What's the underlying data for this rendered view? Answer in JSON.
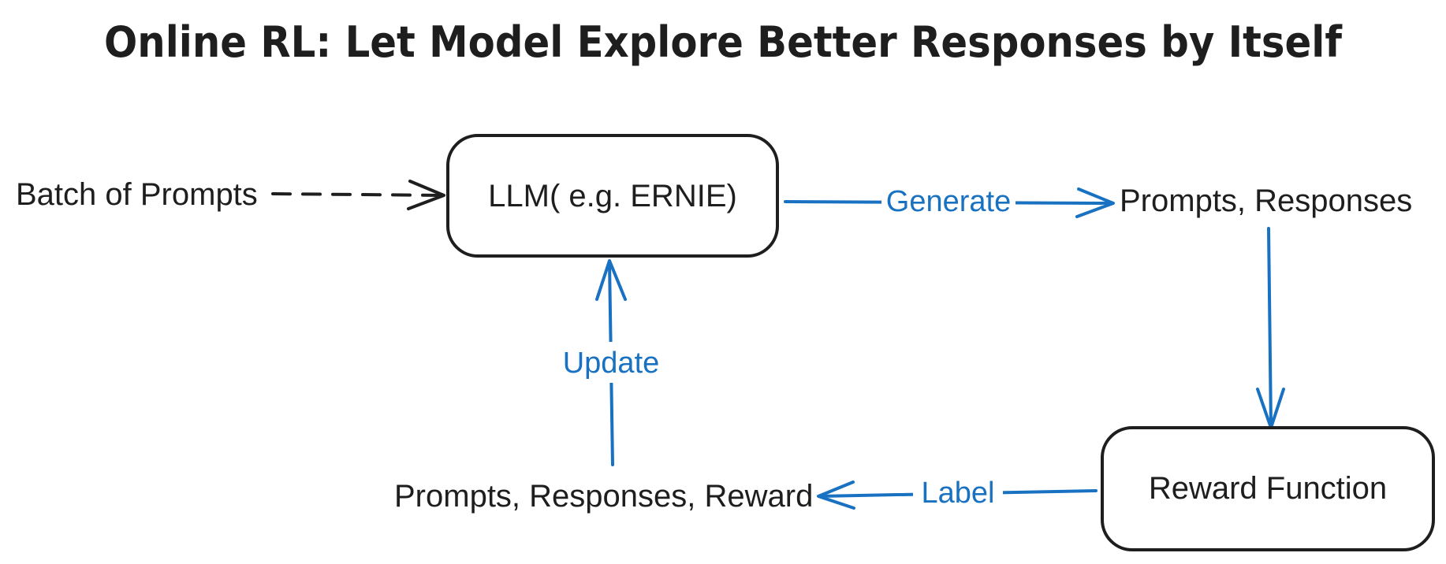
{
  "title": "Online RL: Let Model Explore Better Responses by Itself",
  "nodes": {
    "batch": "Batch of Prompts",
    "llm": "LLM( e.g. ERNIE)",
    "prompts_responses": "Prompts, Responses",
    "reward_function": "Reward Function",
    "prompts_responses_reward": "Prompts, Responses, Reward"
  },
  "edges": {
    "generate": "Generate",
    "label": "Label",
    "update": "Update"
  },
  "colors": {
    "ink": "#1e1e1e",
    "accent": "#1971c2",
    "background": "#ffffff"
  },
  "icons": {
    "dashed_arrow": "arrow-right-dashed-icon",
    "arrows": [
      "arrow-right-icon",
      "arrow-down-icon",
      "arrow-left-icon",
      "arrow-up-icon"
    ]
  }
}
